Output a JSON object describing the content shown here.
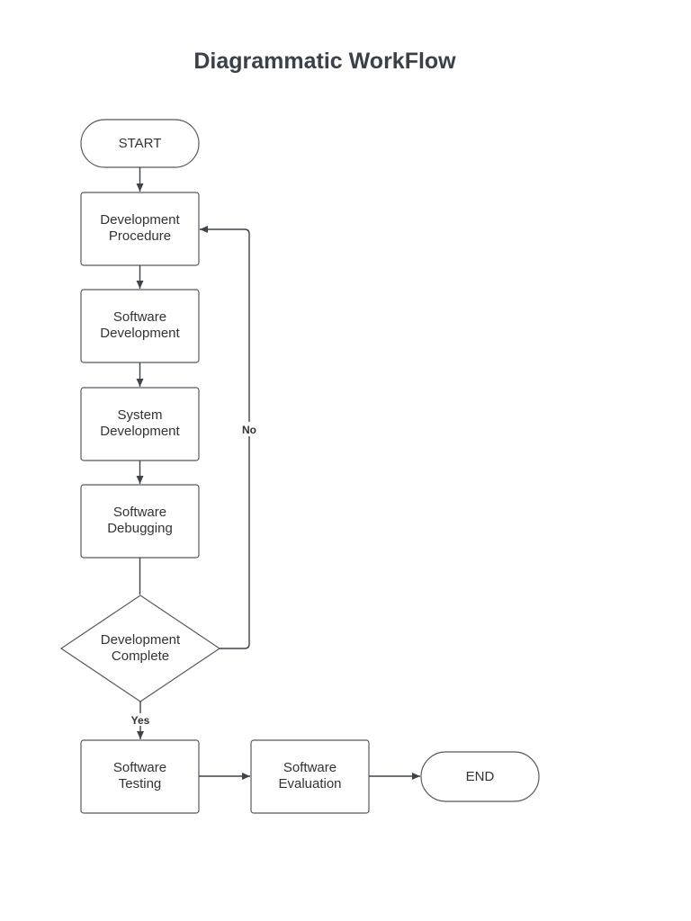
{
  "title": "Diagrammatic WorkFlow",
  "nodes": {
    "start": {
      "line1": "START"
    },
    "development_procedure": {
      "line1": "Development",
      "line2": "Procedure"
    },
    "software_development": {
      "line1": "Software",
      "line2": "Development"
    },
    "system_development": {
      "line1": "System",
      "line2": "Development"
    },
    "software_debugging": {
      "line1": "Software",
      "line2": "Debugging"
    },
    "development_complete": {
      "line1": "Development",
      "line2": "Complete"
    },
    "software_testing": {
      "line1": "Software",
      "line2": "Testing"
    },
    "software_evaluation": {
      "line1": "Software",
      "line2": "Evaluation"
    },
    "end": {
      "line1": "END"
    }
  },
  "edges": {
    "no_label": "No",
    "yes_label": "Yes"
  },
  "colors": {
    "title": "#3a4149",
    "stroke": "#555b61",
    "text": "#333333"
  }
}
